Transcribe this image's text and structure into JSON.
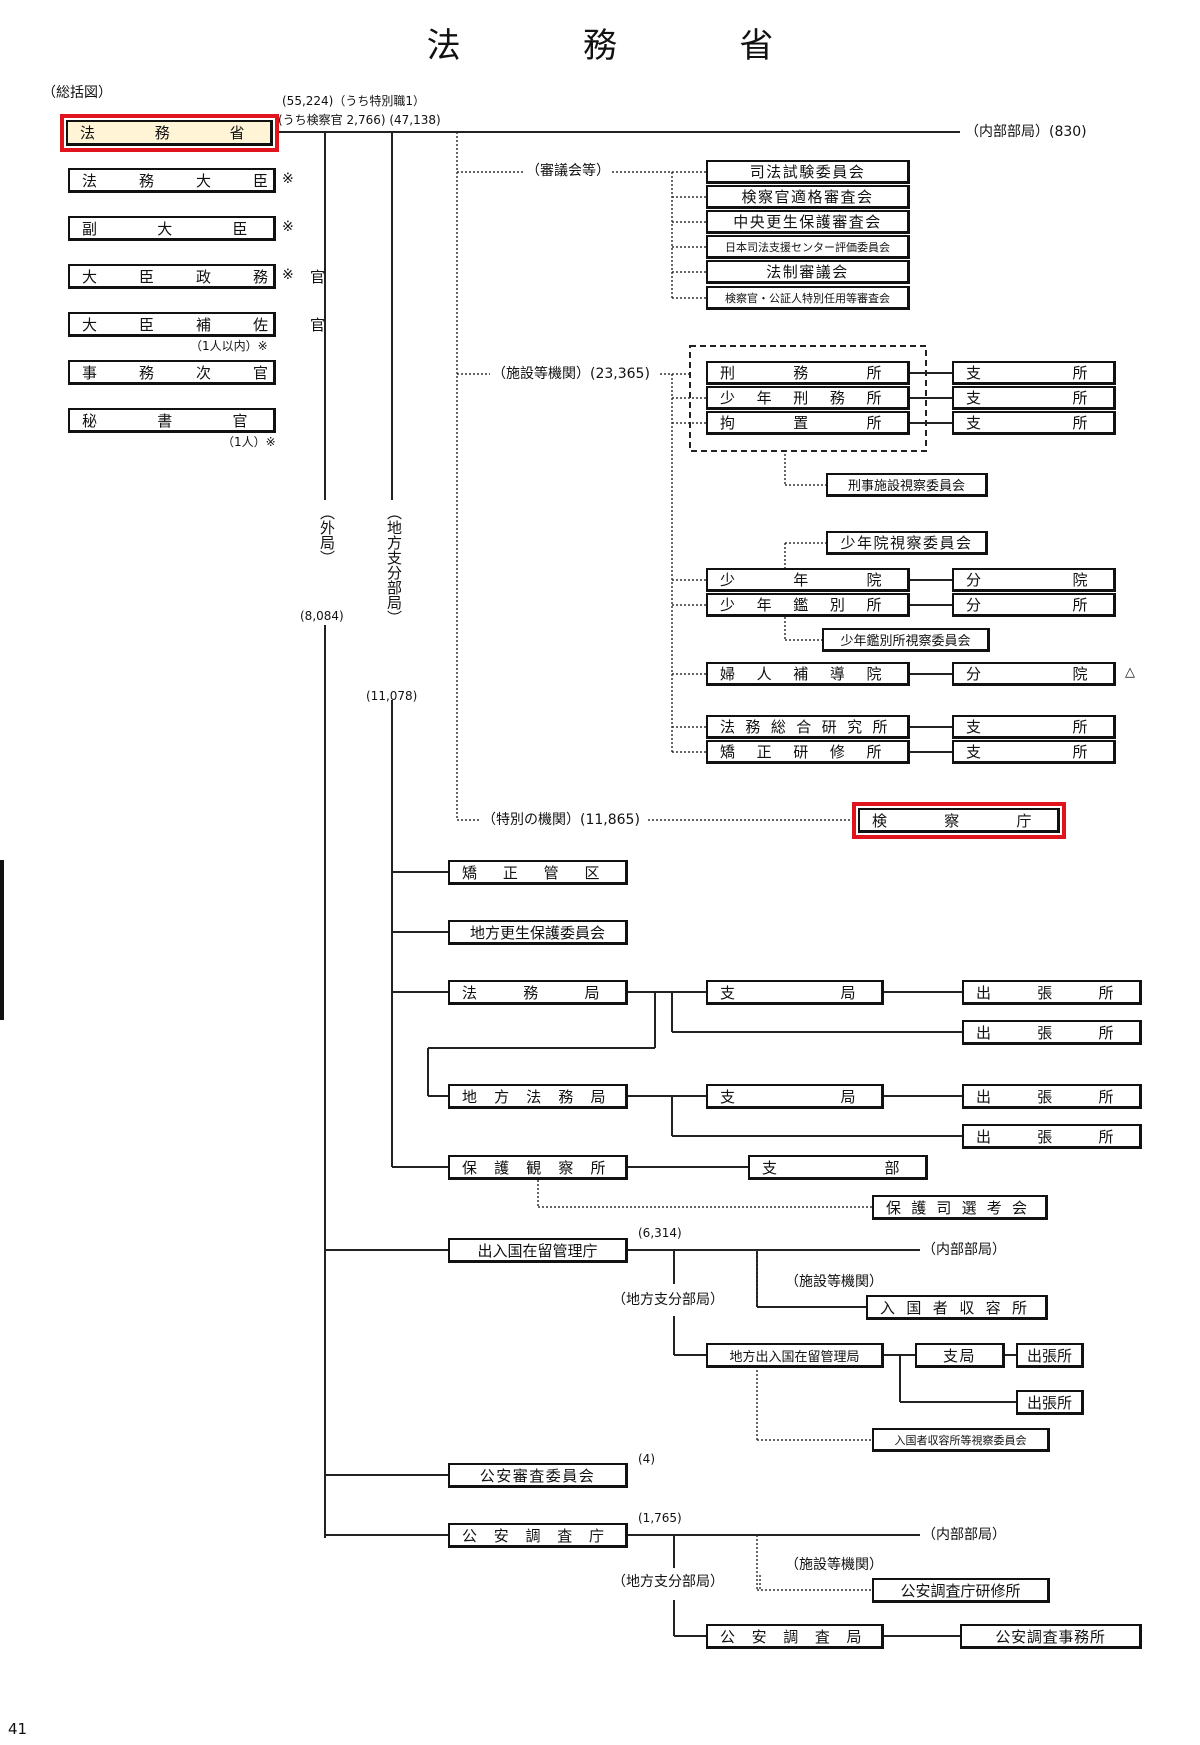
{
  "title": "法　務　省",
  "overview_label": "（総括図）",
  "top_counts": {
    "line1": "(55,224)（うち特別職1）",
    "line2": "(うち検察官 2,766) (47,138)"
  },
  "internal_bureaus": "（内部部局）(830)",
  "left_stack": {
    "ministry": "法　務　省",
    "minister": "法　務　大　臣",
    "vice_minister": "副　大　臣",
    "parliamentary_vice": "大　臣　政　務　官",
    "aide": "大　臣　補　佐　官",
    "aide_note": "（1人以内）※",
    "admin_vice": "事　務　次　官",
    "secretary": "秘　書　官",
    "secretary_note": "（1人）※",
    "mark": "※"
  },
  "external_bureaus": {
    "label": "（外局）",
    "count": "(8,084)"
  },
  "regional_bureaus": {
    "label": "（地方支分部局）",
    "count": "(11,078)"
  },
  "councils": {
    "label": "（審議会等）",
    "items": [
      "司法試験委員会",
      "検察官適格審査会",
      "中央更生保護審査会",
      "日本司法支援センター評価委員会",
      "法制審議会",
      "検察官・公証人特別任用等審査会"
    ]
  },
  "facilities": {
    "label": "（施設等機関）(23,365)",
    "prisons": [
      "刑務所",
      "少年刑務所",
      "拘置所"
    ],
    "branch": "支所",
    "prison_committee": "刑事施設視察委員会",
    "training_committee": "少年院視察委員会",
    "juvenile_training": "少年院",
    "juvenile_classification": "少年鑑別所",
    "classification_committee": "少年鑑別所視察委員会",
    "branch_school": "分院",
    "branch_office": "分所",
    "womens": "婦人補導院",
    "triangle": "△",
    "research": "法務総合研究所",
    "correction_training": "矯正研修所"
  },
  "special": {
    "label": "（特別の機関）(11,865)",
    "prosecutors": "検察庁"
  },
  "regional": {
    "correction_region": "矯正管区",
    "parole_board": "地方更生保護委員会",
    "legal_affairs": "法務局",
    "district_legal": "地方法務局",
    "branch_bureau": "支局",
    "sub_office": "出張所",
    "probation_office": "保護観察所",
    "probation_branch": "支部",
    "volunteer_committee": "保護司選考会"
  },
  "immigration": {
    "agency": "出入国在留管理庁",
    "count": "(6,314)",
    "internal": "（内部部局）",
    "facilities_label": "（施設等機関）",
    "detention": "入国者収容所",
    "regional_label": "（地方支分部局）",
    "regional_bureau": "地方出入国在留管理局",
    "branch": "支局",
    "sub_office": "出張所",
    "inspection": "入国者収容所等視察委員会"
  },
  "psrc": {
    "name": "公安審査委員会",
    "count": "(4)"
  },
  "psia": {
    "agency": "公安調査庁",
    "count": "(1,765)",
    "internal": "（内部部局）",
    "facilities_label": "（施設等機関）",
    "training": "公安調査庁研修所",
    "regional_label": "（地方支分部局）",
    "bureau": "公安調査局",
    "office": "公安調査事務所"
  },
  "page_number": "41"
}
